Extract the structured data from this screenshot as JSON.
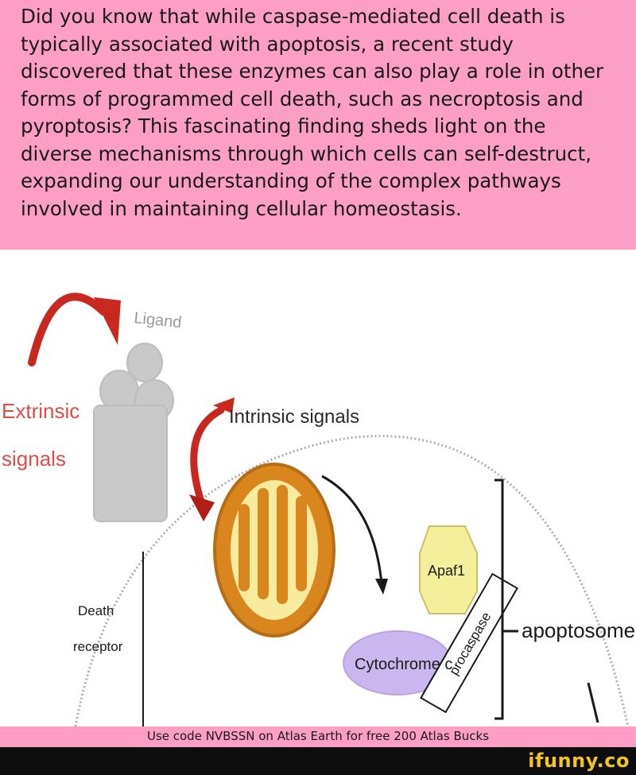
{
  "top_caption": "Did you know that while caspase-mediated cell death is typically associated with apoptosis, a recent study discovered that these enzymes can also play a role in other forms of programmed cell death, such as necroptosis and pyroptosis? This fascinating finding sheds light on the diverse mechanisms through which cells can self-destruct, expanding our understanding of the complex pathways involved in maintaining cellular homeostasis.",
  "diagram": {
    "labels": {
      "ligand": "Ligand",
      "extrinsic_line1": "Extrinsic",
      "extrinsic_line2": "signals",
      "intrinsic": "Intrinsic signals",
      "death_line1": "Death",
      "death_line2": "receptor",
      "apaf1": "Apaf1",
      "cytochrome": "Cytochrome c",
      "procaspase": "procaspase",
      "apoptosome": "apoptosome"
    },
    "colors": {
      "arrow_red": "#c8281e",
      "mitochondria_orange": "#d9861f",
      "receptor_gray": "#c9c9c9",
      "extrinsic_text": "#e04b4b",
      "apaf1_yellow": "#f3ef9a",
      "cytochrome_purple": "#cbb7f0"
    }
  },
  "bottom_caption": "Use code NVBSSN on Atlas Earth for free 200 Atlas Bucks",
  "watermark": "ifunny.co"
}
